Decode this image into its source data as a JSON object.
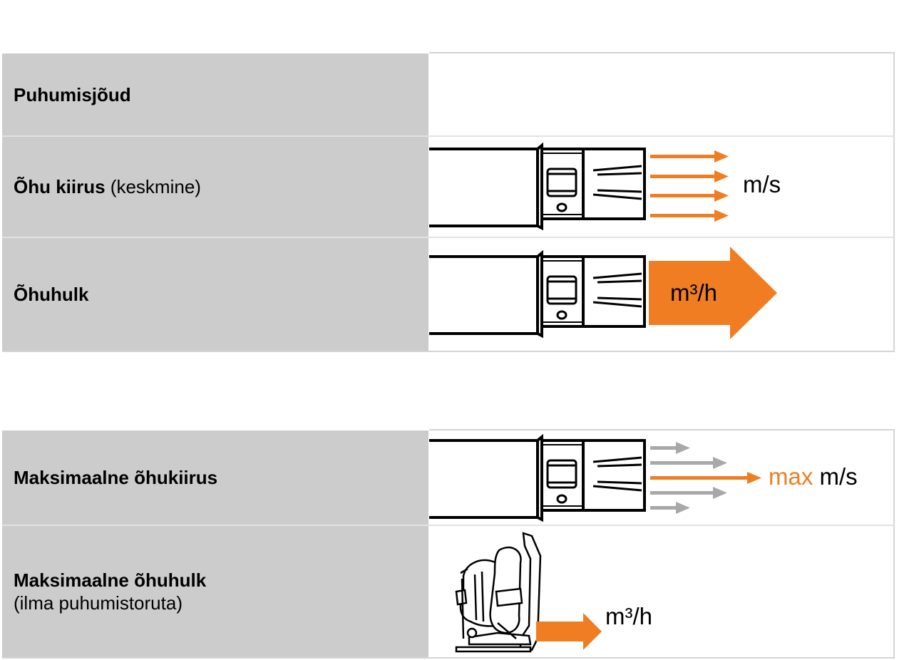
{
  "colors": {
    "accent": "#f07d22",
    "gray_arrow": "#a8a8a8",
    "label_bg": "#cccccc"
  },
  "table1": {
    "rows": [
      {
        "label_bold": "Puhumisjõud",
        "label_rest": ""
      },
      {
        "label_bold": "Õhu kiirus",
        "label_rest": " (keskmine)",
        "unit": "m/s"
      },
      {
        "label_bold": "Õhuhulk",
        "label_rest": "",
        "unit": "m³/h"
      }
    ]
  },
  "table2": {
    "rows": [
      {
        "label_bold": "Maksimaalne õhukiirus",
        "unit_accent": "max",
        "unit": " m/s"
      },
      {
        "label_bold": "Maksimaalne õhuhulk",
        "label_line2": "(ilma puhumistoruta)",
        "unit": "m³/h"
      }
    ]
  },
  "icons": [
    "blower-tube-icon",
    "orange-arrows-icon",
    "big-orange-arrow-icon",
    "gray-arrows-icon",
    "backpack-blower-icon"
  ]
}
